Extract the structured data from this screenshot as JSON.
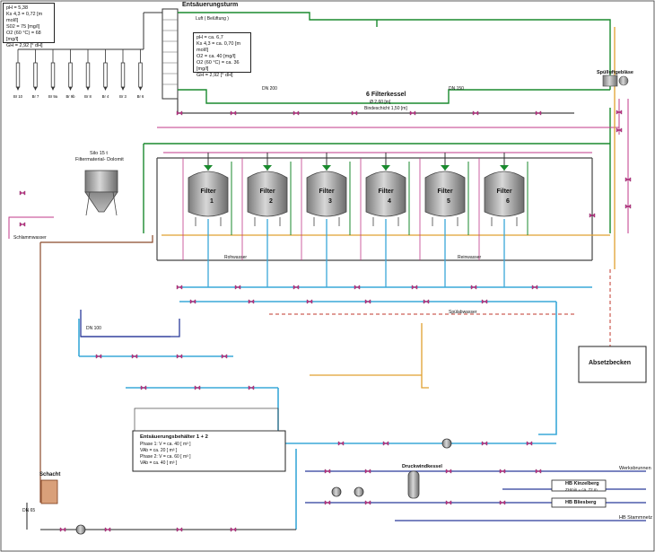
{
  "tower": {
    "title": "Entsäuerungsturm",
    "air_label": "Luft ( Belüftung )"
  },
  "raw_water": {
    "lines": [
      "pH = 5,38",
      "Ks 4,3 = 0,72 [m mol/l]",
      "S02 = 75 [mg/l]",
      "O2 (60 °C) = 68 [mg/l]",
      "GH = 2,92 [° dH]"
    ],
    "wells": [
      "Br 10",
      "Br 7",
      "Br 9a",
      "Br 9b",
      "Br 8",
      "Br 4",
      "Br 3",
      "Br 6"
    ]
  },
  "treated_water": {
    "lines": [
      "pH = ca. 6,7",
      "Ks 4,3 = ca. 0,70 [m mol/l]",
      "O2 = ca. 40 [mg/l]",
      "O2 (60 °C) = ca. 36 [mg/l]",
      "GH = 2,92 [° dH]"
    ]
  },
  "filter_header": {
    "title": "6 Filterkessel",
    "line1": "Ø 2,60 [m]",
    "line2": "Bindeschicht 1,50 [m]"
  },
  "filters": [
    {
      "name": "Filter",
      "num": "1"
    },
    {
      "name": "Filter",
      "num": "2"
    },
    {
      "name": "Filter",
      "num": "3"
    },
    {
      "name": "Filter",
      "num": "4"
    },
    {
      "name": "Filter",
      "num": "5"
    },
    {
      "name": "Filter",
      "num": "6"
    }
  ],
  "silo": {
    "line1": "Silo 15 t",
    "line2": "Filtermaterial- Dolomit"
  },
  "absetzbecken": "Absetzbecken",
  "spuelluft": "Spülluftgebläse",
  "tank": {
    "title": "Entsäuerungsbehälter 1 + 2",
    "lines": [
      "Phase 1: V = ca. 40 [ m³ ]",
      "VAb = ca. 20 [ m³ ]",
      "Phase 2: V = ca. 60 [ m³ ]",
      "VAb = ca. 40 [ m³ ]"
    ]
  },
  "schacht": "Schacht",
  "druckwindkessel": "Druckwindkessel",
  "hb_kinzelberg": "HB Kinzelberg",
  "hb_kinzelberg_sub": "ZHmin = ca. 72 m",
  "hb_bliesberg": "HB Bliesberg",
  "out_werksbrunnen": "Werksbrunnen",
  "out_stammnetz": "HB Stammnetz",
  "labels": {
    "rohwasser": "Rohwasser",
    "reinwasser": "Reinwasser",
    "spuelabwasser": "Spülabwasser",
    "schlammwasser": "Schlammwasser",
    "dn_main": "DN 200",
    "dn_small": "DN 150",
    "dn_100": "DN 100",
    "dn_65": "DN 65"
  }
}
